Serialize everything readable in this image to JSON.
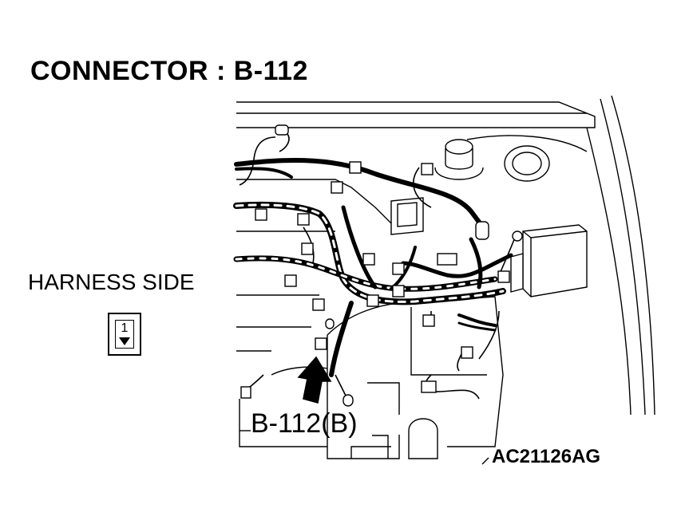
{
  "title": "CONNECTOR : B-112",
  "harness_label": "HARNESS SIDE",
  "connector": {
    "pin_number": "1"
  },
  "callout_label": "B-112(B)",
  "figure_code": "AC21126AG"
}
